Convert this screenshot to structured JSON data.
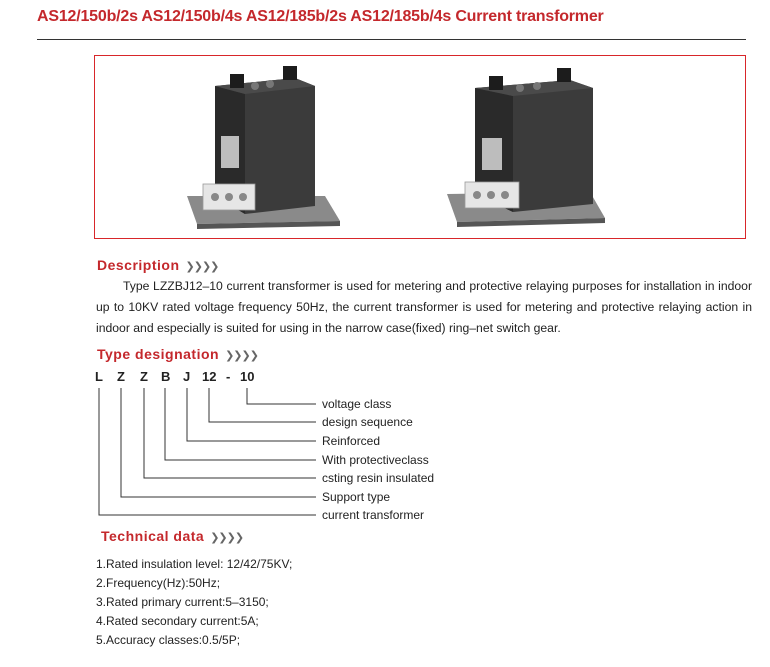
{
  "page": {
    "title": "AS12/150b/2s AS12/150b/4s AS12/185b/2s AS12/185b/4s  Current transformer"
  },
  "description": {
    "heading": "Description",
    "text": "Type LZZBJ12–10 current transformer is used for metering and protective relaying purposes for installation in indoor up to 10KV rated voltage frequency 50Hz, the current transformer is used for metering and protective relaying action in indoor and especially is suited for using in the narrow case(fixed) ring–net switch gear."
  },
  "designation": {
    "heading": "Type designation",
    "code": [
      "L",
      "Z",
      "Z",
      "B",
      "J",
      "12",
      "-",
      "10"
    ],
    "legend": [
      "voltage class",
      "design sequence",
      "Reinforced",
      "With protectiveclass",
      "csting resin insulated",
      "Support type",
      "current transformer"
    ]
  },
  "technical": {
    "heading": "Technical data",
    "items": [
      "1.Rated insulation level: 12/42/75KV;",
      "2.Frequency(Hz):50Hz;",
      "3.Rated primary current:5–3150;",
      "4.Rated secondary current:5A;",
      "5.Accuracy classes:0.5/5P;"
    ]
  },
  "icons": {
    "section_marker": "❯❯❯❯"
  },
  "colors": {
    "accent": "#c4282c",
    "text": "#222222",
    "frame": "#d8262a"
  }
}
